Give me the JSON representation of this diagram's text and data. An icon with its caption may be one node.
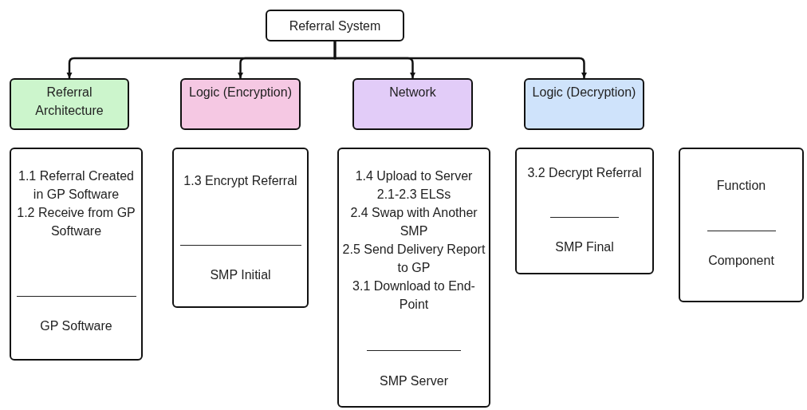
{
  "diagram": {
    "nodes": [
      {
        "text": [
          "Referral System"
        ]
      },
      {
        "text": [
          "Referral Architecture"
        ]
      },
      {
        "text": [
          "Logic (Encryption)"
        ]
      },
      {
        "text": [
          "Network"
        ]
      },
      {
        "text": [
          "Logic (Decryption)"
        ]
      },
      {
        "text": [
          "1.1 Referral Created in GP Software",
          "1.2 Receive from GP Software",
          "GP Software"
        ]
      },
      {
        "text": [
          "1.3 Encrypt Referral",
          "SMP Initial"
        ]
      },
      {
        "text": [
          "1.4 Upload to Server",
          "2.1-2.3 ELSs",
          "2.4 Swap with Another SMP",
          "2.5 Send Delivery Report to GP",
          "3.1 Download to End-Point",
          "SMP Server"
        ]
      },
      {
        "text": [
          "3.2 Decrypt Referral",
          "SMP Final"
        ]
      },
      {
        "text": [
          "Function",
          "Component"
        ]
      }
    ],
    "edges": [
      {
        "from": 0,
        "to": 1,
        "arrow": "to"
      },
      {
        "from": 0,
        "to": 2,
        "arrow": "to"
      },
      {
        "from": 0,
        "to": 3,
        "arrow": "to"
      },
      {
        "from": 0,
        "to": 4,
        "arrow": "to"
      }
    ]
  }
}
